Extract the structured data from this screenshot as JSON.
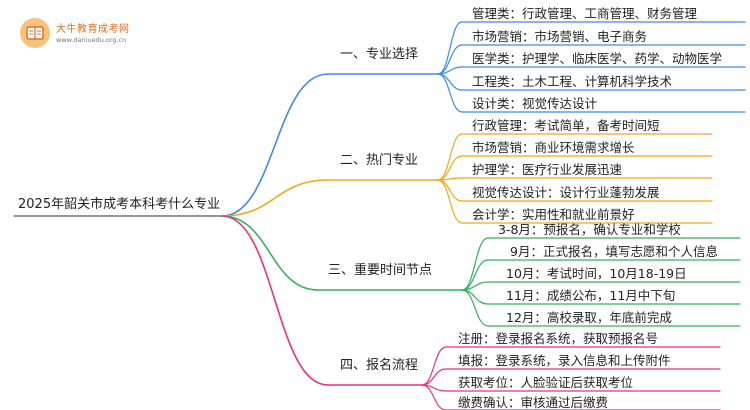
{
  "logo": {
    "title": "大牛教育成考网",
    "url": "www.daniuedu.org.cn"
  },
  "root": "2025年韶关市成考本科考什么专业",
  "colors": {
    "branch0": "#3b8be6",
    "branch1": "#f2a71b",
    "branch2": "#2eb35a",
    "branch3": "#e8317c"
  },
  "branches": [
    {
      "label": "一、专业选择",
      "leaves": [
        "管理类：行政管理、工商管理、财务管理",
        "市场营销：市场营销、电子商务",
        "医学类：护理学、临床医学、药学、动物医学",
        "工程类：土木工程、计算机科学技术",
        "设计类：视觉传达设计"
      ]
    },
    {
      "label": "二、热门专业",
      "leaves": [
        "行政管理：考试简单，备考时间短",
        "市场营销：商业环境需求增长",
        "护理学：医疗行业发展迅速",
        "视觉传达设计：设计行业蓬勃发展",
        "会计学：实用性和就业前景好"
      ]
    },
    {
      "label": "三、重要时间节点",
      "leaves": [
        "3-8月：预报名，确认专业和学校",
        "9月：正式报名，填写志愿和个人信息",
        "10月：考试时间，10月18-19日",
        "11月：成绩公布，11月中下旬",
        "12月：高校录取，年底前完成"
      ]
    },
    {
      "label": "四、报名流程",
      "leaves": [
        "注册：登录报名系统，获取预报名号",
        "填报：登录系统，录入信息和上传附件",
        "获取考位：人脸验证后获取考位",
        "缴费确认：审核通过后缴费"
      ]
    }
  ]
}
